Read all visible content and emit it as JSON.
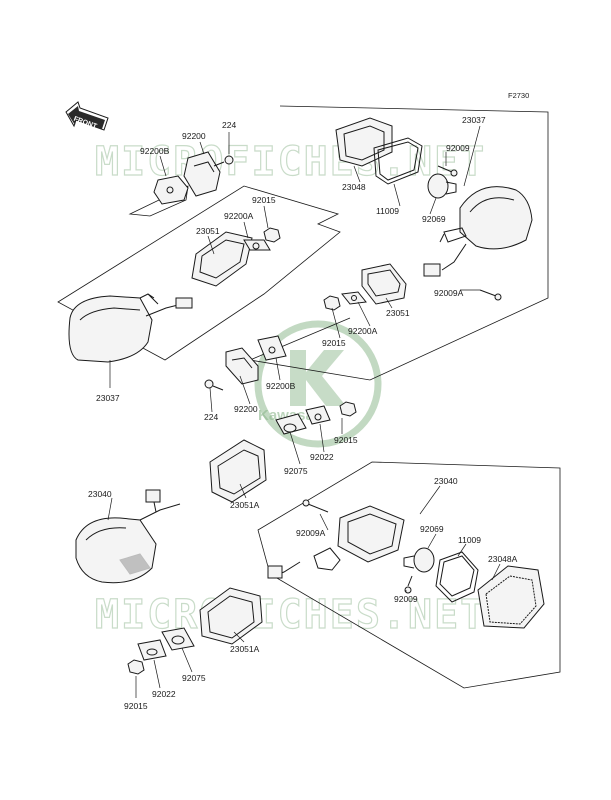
{
  "figure_code": "F2730",
  "front_label": "FRONT",
  "watermark_text": "MICROFICHES.NET",
  "logo_text": "Kawasaki",
  "colors": {
    "watermark": "#c9dcc9",
    "logo": "#8fb98f",
    "line": "#1a1a1a"
  },
  "labels": {
    "p224_top": "224",
    "p92200_top": "92200",
    "p92200B_top": "92200B",
    "p92015_top": "92015",
    "p92200A_top": "92200A",
    "p23051_top": "23051",
    "p23037_left": "23037",
    "p23037_right": "23037",
    "p92009_top": "92009",
    "p23048": "23048",
    "p11009_top": "11009",
    "p92069_top": "92069",
    "p92009A_top": "92009A",
    "p23051_mid": "23051",
    "p92200A_mid": "92200A",
    "p92015_mid": "92015",
    "p92200B_mid": "92200B",
    "p224_mid": "224",
    "p92200_mid": "92200",
    "p92015_mid2": "92015",
    "p92022_mid": "92022",
    "p92075_mid": "92075",
    "p23051A_mid": "23051A",
    "p23040_left": "23040",
    "p23040_right": "23040",
    "p92009A_bot": "92009A",
    "p92069_bot": "92069",
    "p11009_bot": "11009",
    "p23048A": "23048A",
    "p92009_bot": "92009",
    "p23051A_bot": "23051A",
    "p92075_bot": "92075",
    "p92022_bot": "92022",
    "p92015_bot": "92015"
  }
}
